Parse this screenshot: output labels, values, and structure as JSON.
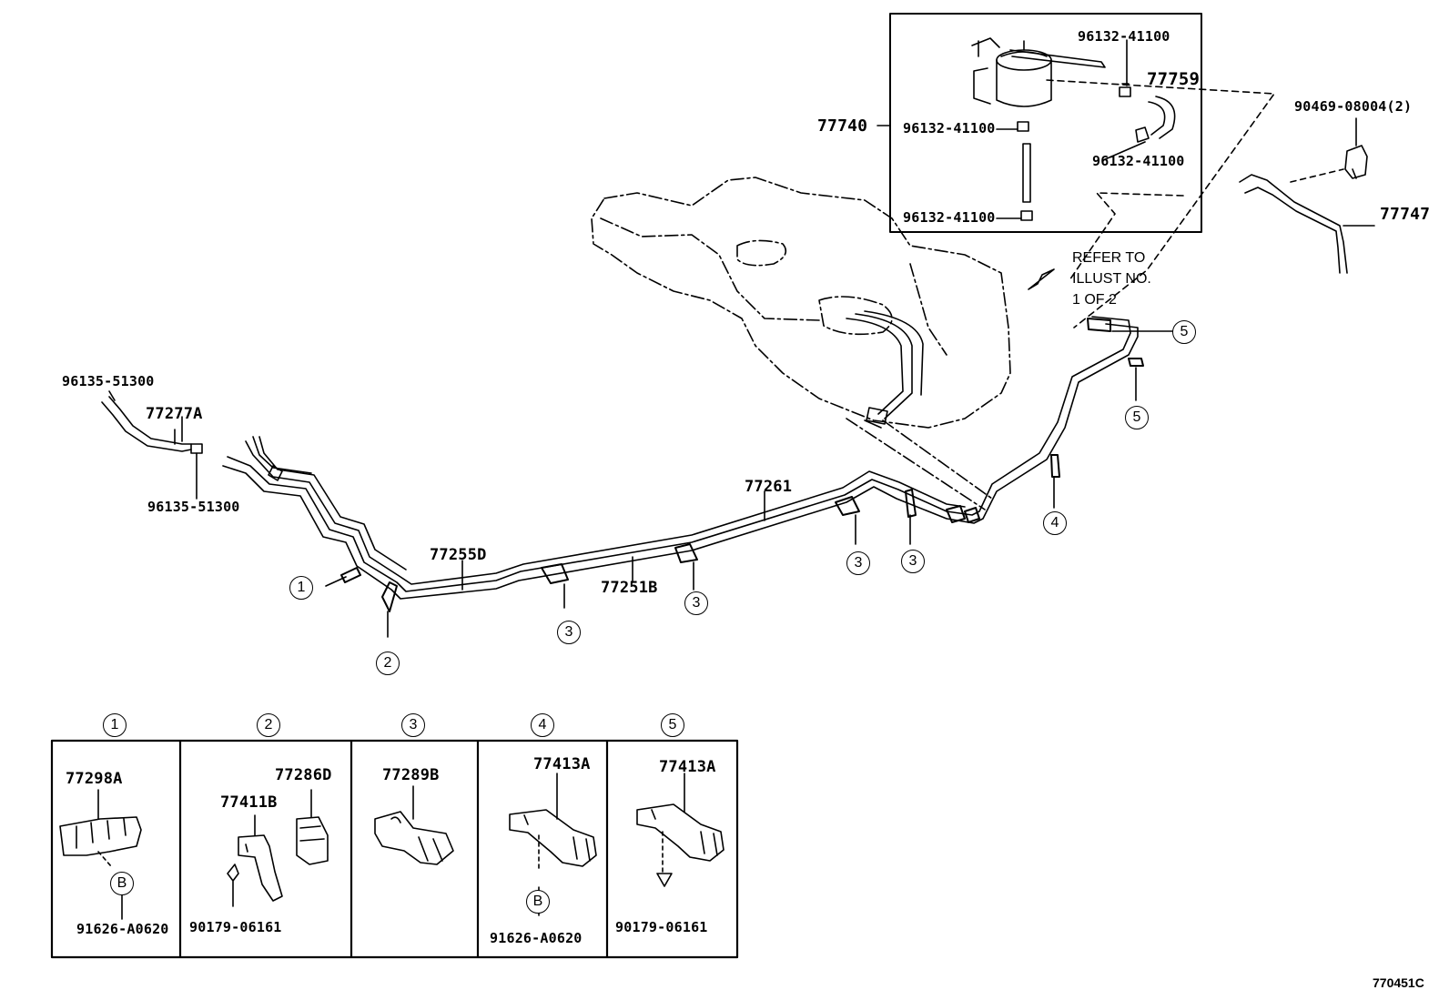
{
  "parts": {
    "p77740": "77740",
    "p96132_41100_a": "96132-41100",
    "p77759": "77759",
    "p96132_41100_b": "96132-41100",
    "p96132_41100_c": "96132-41100",
    "p96132_41100_d": "96132-41100",
    "p90469": "90469-08004(2)",
    "p77747": "77747",
    "p96135_51300_a": "96135-51300",
    "p77277A": "77277A",
    "p96135_51300_b": "96135-51300",
    "p77255D": "77255D",
    "p77261": "77261",
    "p77251B": "77251B"
  },
  "refer_note": [
    "REFER TO",
    "ILLUST NO.",
    "1 OF 2"
  ],
  "callouts": {
    "c1": "1",
    "c2": "2",
    "c3": "3",
    "c4": "4",
    "c5": "5",
    "cB": "B"
  },
  "detail_boxes": [
    {
      "number": "1",
      "parts": [
        "77298A",
        "91626-A0620"
      ],
      "marker": "B"
    },
    {
      "number": "2",
      "parts": [
        "77286D",
        "77411B",
        "90179-06161"
      ]
    },
    {
      "number": "3",
      "parts": [
        "77289B"
      ]
    },
    {
      "number": "4",
      "parts": [
        "77413A",
        "91626-A0620"
      ],
      "marker": "B"
    },
    {
      "number": "5",
      "parts": [
        "77413A",
        "90179-06161"
      ]
    }
  ],
  "illustration_code": "770451C"
}
